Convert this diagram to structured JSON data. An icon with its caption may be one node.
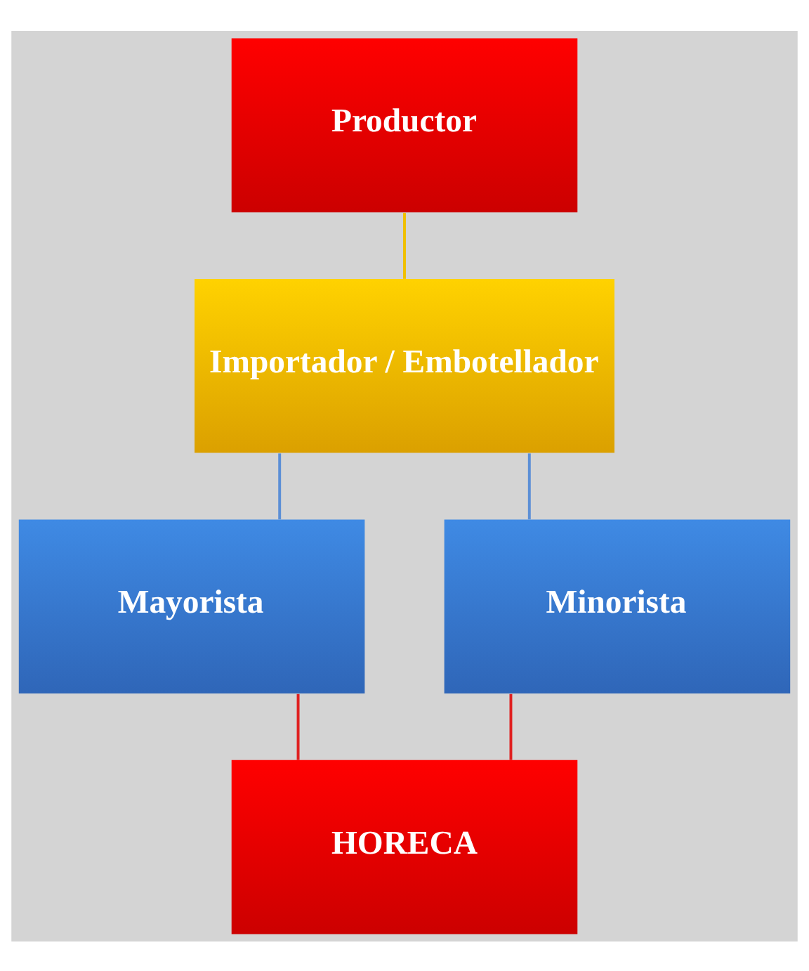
{
  "diagram": {
    "nodes": [
      {
        "text": [
          "Productor"
        ]
      },
      {
        "text": [
          "Importador / Embotellador"
        ]
      },
      {
        "text": [
          "Mayorista"
        ]
      },
      {
        "text": [
          "Minorista"
        ]
      },
      {
        "text": [
          "HORECA"
        ]
      }
    ],
    "edges": [
      {
        "from": 0,
        "to": 1,
        "arrow": "none",
        "color": "#f0c000"
      },
      {
        "from": 1,
        "to": 2,
        "arrow": "none",
        "color": "#5b8fd6"
      },
      {
        "from": 1,
        "to": 3,
        "arrow": "none",
        "color": "#5b8fd6"
      },
      {
        "from": 2,
        "to": 4,
        "arrow": "none",
        "color": "#e02020"
      },
      {
        "from": 3,
        "to": 4,
        "arrow": "none",
        "color": "#e02020"
      }
    ]
  }
}
